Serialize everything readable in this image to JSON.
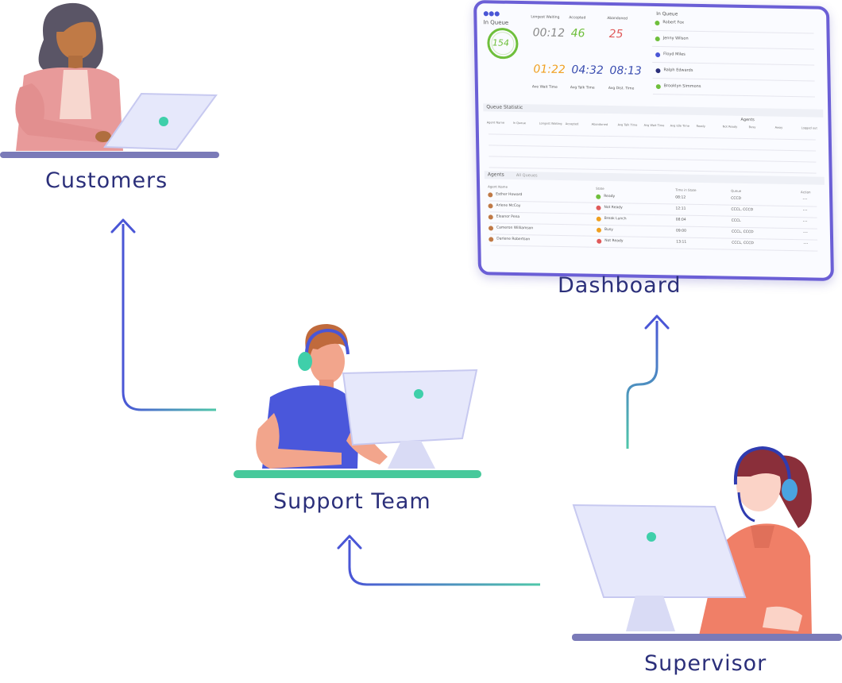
{
  "labels": {
    "customers": "Customers",
    "dashboard": "Dashboard",
    "support_team": "Support Team",
    "supervisor": "Supervisor"
  },
  "dashboard": {
    "in_queue_title": "In Queue",
    "in_queue_count": "154",
    "queue_right_title": "In Queue",
    "stats": [
      {
        "label": "Longest Waiting",
        "value": "00:12",
        "color": "#8a8a8a"
      },
      {
        "label": "Accepted",
        "value": "46",
        "color": "#6fbf3c"
      },
      {
        "label": "Abandoned",
        "value": "25",
        "color": "#e05a5a"
      },
      {
        "label": "Ave Wait Time",
        "value": "01:22",
        "color": "#f0a020"
      },
      {
        "label": "Avg Talk Time",
        "value": "04:32",
        "color": "#3a4db0"
      },
      {
        "label": "Avg Dist. Time",
        "value": "08:13",
        "color": "#3a4db0"
      }
    ],
    "queue_people": [
      "Robert Fox",
      "Jenny Wilson",
      "Floyd Miles",
      "Ralph Edwards",
      "Brooklyn Simmons"
    ],
    "queue_statistic_title": "Queue Statistic",
    "queue_statistic_headers": [
      "Agent Name",
      "In Queue",
      "Longest Waiting",
      "Accepted",
      "Abandoned",
      "Avg Talk Time",
      "Avg Wait Time",
      "Avg Idle Time",
      "Ready",
      "Not Ready",
      "Busy",
      "Away",
      "Logged out"
    ],
    "queue_statistic_agents_label": "Agents",
    "agents_title": "Agents",
    "agents_filter": "All Queues",
    "agents_headers": [
      "Agent Name",
      "State",
      "Time in State",
      "Queue",
      "Action"
    ],
    "agents": [
      {
        "name": "Esther Howard",
        "state": "Ready",
        "state_color": "#6fbf3c",
        "time": "08:12",
        "queue": "CCCD"
      },
      {
        "name": "Arlene McCoy",
        "state": "Not Ready",
        "state_color": "#e05a5a",
        "time": "12:11",
        "queue": "CCCL, CCCD"
      },
      {
        "name": "Eleanor Pena",
        "state": "Break Lunch",
        "state_color": "#f0a020",
        "time": "08:04",
        "queue": "CCCL"
      },
      {
        "name": "Cameron Williamson",
        "state": "Busy",
        "state_color": "#f0a020",
        "time": "09:00",
        "queue": "CCCL, CCCD"
      },
      {
        "name": "Darlene Robertson",
        "state": "Not Ready",
        "state_color": "#e05a5a",
        "time": "13:11",
        "queue": "CCCL, CCCD"
      }
    ]
  },
  "colors": {
    "label": "#2b2f7a",
    "arrow_blue": "#4a56d6",
    "arrow_teal": "#4fc7a9",
    "desk_purple": "#7a7ab8",
    "desk_green": "#47c99b",
    "laptop": "#e6e8fb",
    "accent_dot": "#3fcfaa"
  }
}
